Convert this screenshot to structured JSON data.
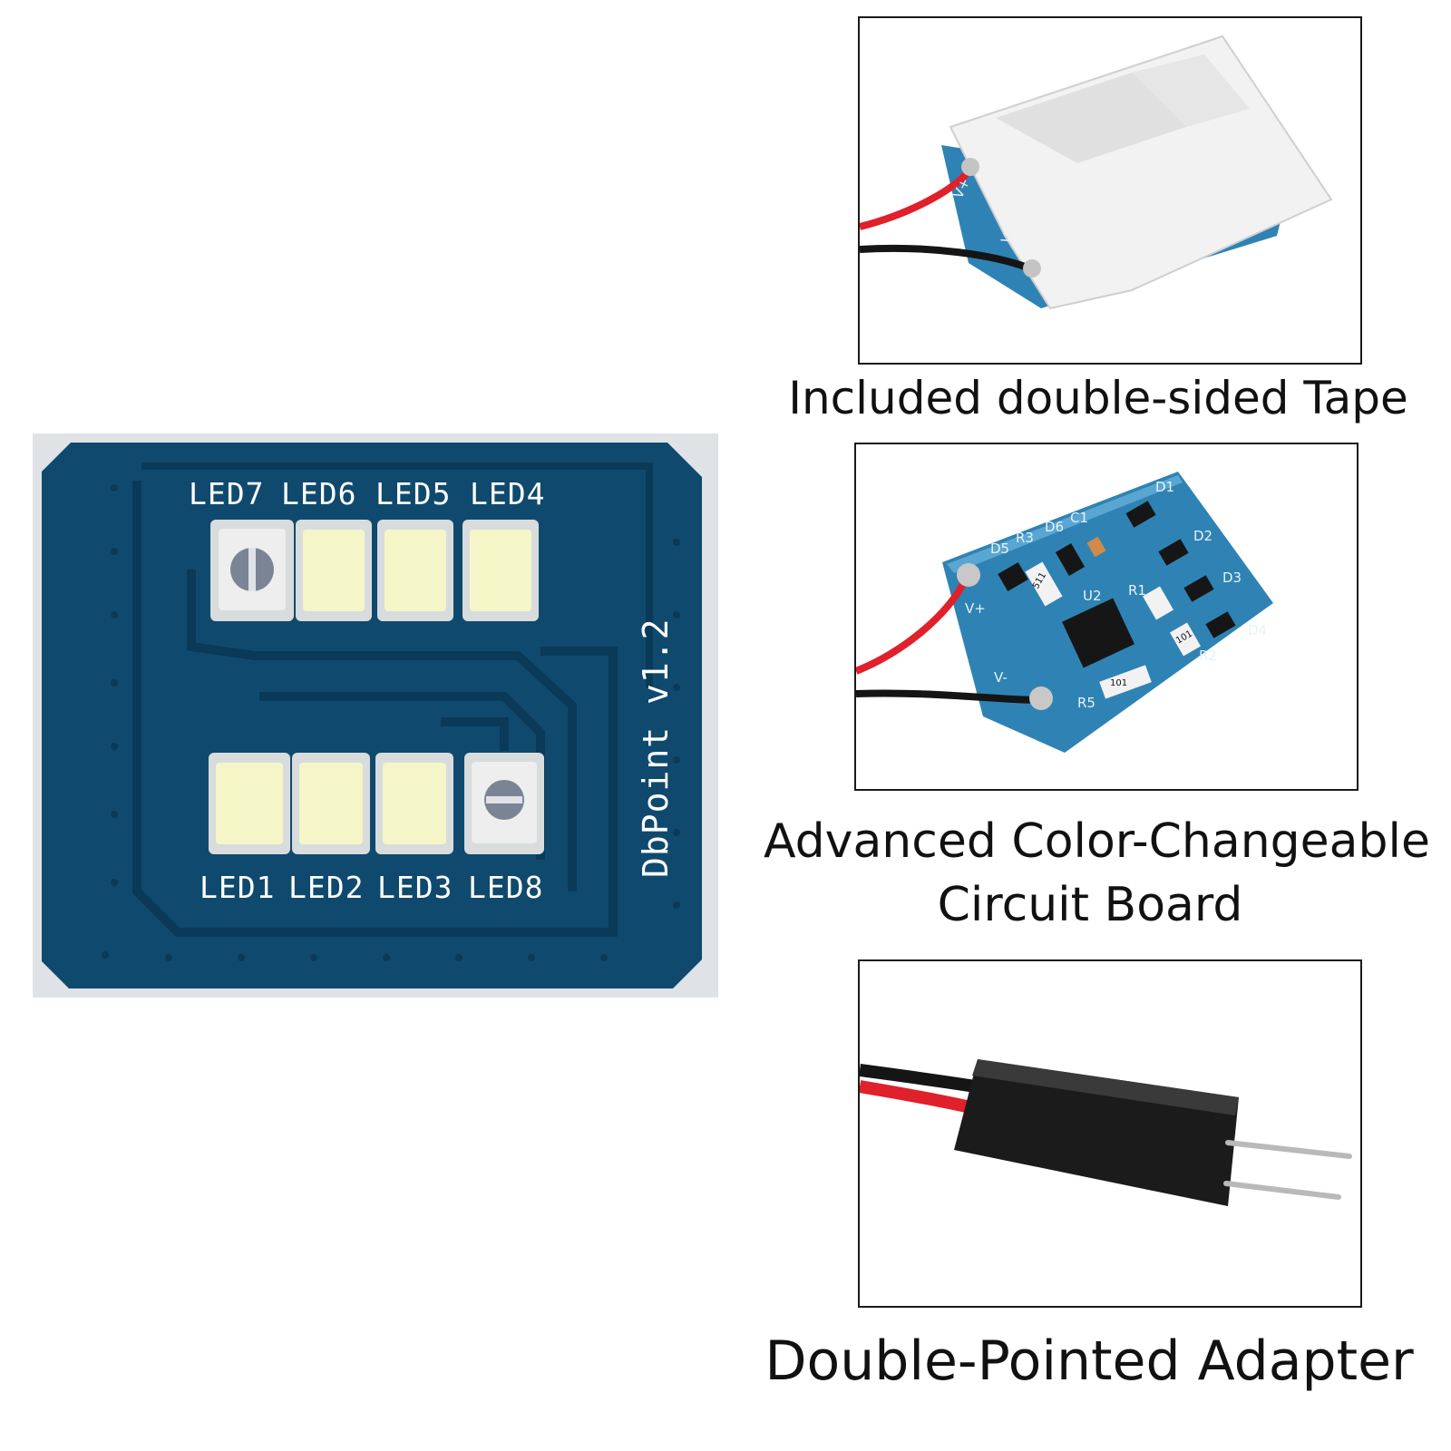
{
  "main_board": {
    "silkscreen_title": "DbPoint v1.2",
    "top_row_labels": [
      "LED7",
      "LED6",
      "LED5",
      "LED4"
    ],
    "bottom_row_labels": [
      "LED1",
      "LED2",
      "LED3",
      "LED8"
    ]
  },
  "panels": [
    {
      "caption": "Included double-sided Tape",
      "board_markings": [
        "V+",
        "V-"
      ]
    },
    {
      "caption_lines": [
        "Advanced Color-Changeable",
        "Circuit Board"
      ],
      "board_markings": [
        "D5",
        "R3",
        "D6",
        "C1",
        "D1",
        "D2",
        "R1",
        "D3",
        "U2",
        "D4",
        "R2",
        "R5",
        "V+",
        "V-",
        "511",
        "101",
        "101"
      ]
    },
    {
      "caption": "Double-Pointed Adapter"
    }
  ],
  "colors": {
    "pcb_dark": "#0f4a6e",
    "pcb_light": "#2f83b4",
    "led_yellow": "#f4f6c8",
    "wire_red": "#e0202a",
    "wire_black": "#151515"
  }
}
